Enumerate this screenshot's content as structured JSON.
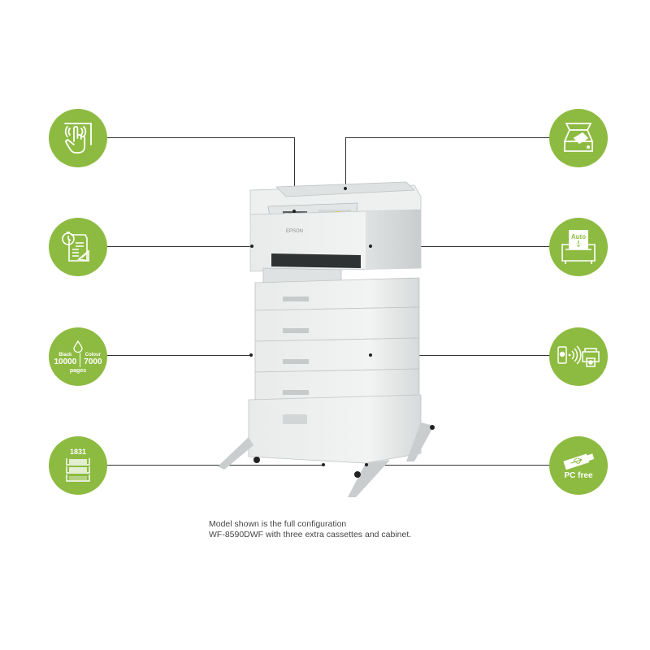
{
  "colors": {
    "badge_green": "#8dbb41",
    "leader_line": "#333333",
    "printer_body": "#e6e8e8"
  },
  "features_left": [
    {
      "id": "touch-nfc",
      "icon": "hand-touch-nfc-icon"
    },
    {
      "id": "fast-print",
      "icon": "stopwatch-document-icon"
    },
    {
      "id": "ink-yield",
      "icon": "ink-drop-icon",
      "black_label": "Black",
      "black_value": "10000",
      "colour_label": "Colour",
      "colour_value": "7000",
      "unit": "pages"
    },
    {
      "id": "paper-capacity",
      "icon": "paper-trays-icon",
      "value": "1831"
    }
  ],
  "features_right": [
    {
      "id": "scanner",
      "icon": "flatbed-scanner-icon"
    },
    {
      "id": "auto-duplex",
      "icon": "auto-feed-icon",
      "label": "Auto"
    },
    {
      "id": "wireless",
      "icon": "phone-wifi-printer-icon"
    },
    {
      "id": "pc-free",
      "icon": "usb-stick-icon",
      "label": "PC free"
    }
  ],
  "printer": {
    "brand": "EPSON"
  },
  "caption": {
    "line1": "Model shown is the full configuration",
    "line2": "WF-8590DWF with three extra cassettes and cabinet."
  }
}
